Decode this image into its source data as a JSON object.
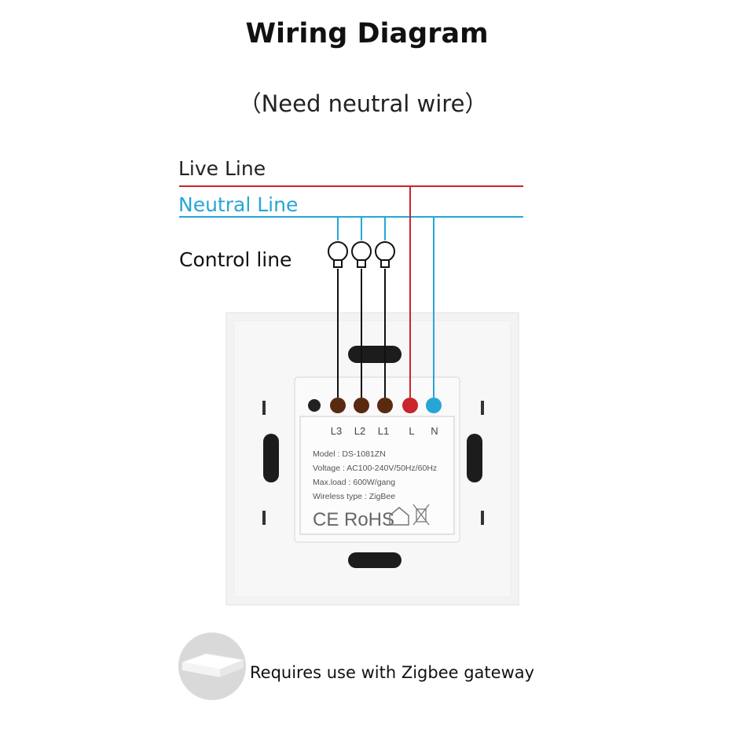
{
  "title": "Wiring Diagram",
  "subtitle": "（Need neutral wire）",
  "lines": {
    "live": {
      "label": "Live Line",
      "color": "#c8262c"
    },
    "neutral": {
      "label": "Neutral Line",
      "color": "#27a6d6"
    },
    "control": {
      "label": "Control line",
      "color": "#111111"
    }
  },
  "terminals": [
    "L3",
    "L2",
    "L1",
    "L",
    "N"
  ],
  "specs": {
    "model": "Model : DS-1081ZN",
    "voltage": "Voltage : AC100-240V/50Hz/60Hz",
    "maxload": "Max.load : 600W/gang",
    "wireless": "Wireless type : ZigBee"
  },
  "certs": {
    "ce": "CE",
    "rohs": "RoHS"
  },
  "note": "Requires use with Zigbee gateway"
}
